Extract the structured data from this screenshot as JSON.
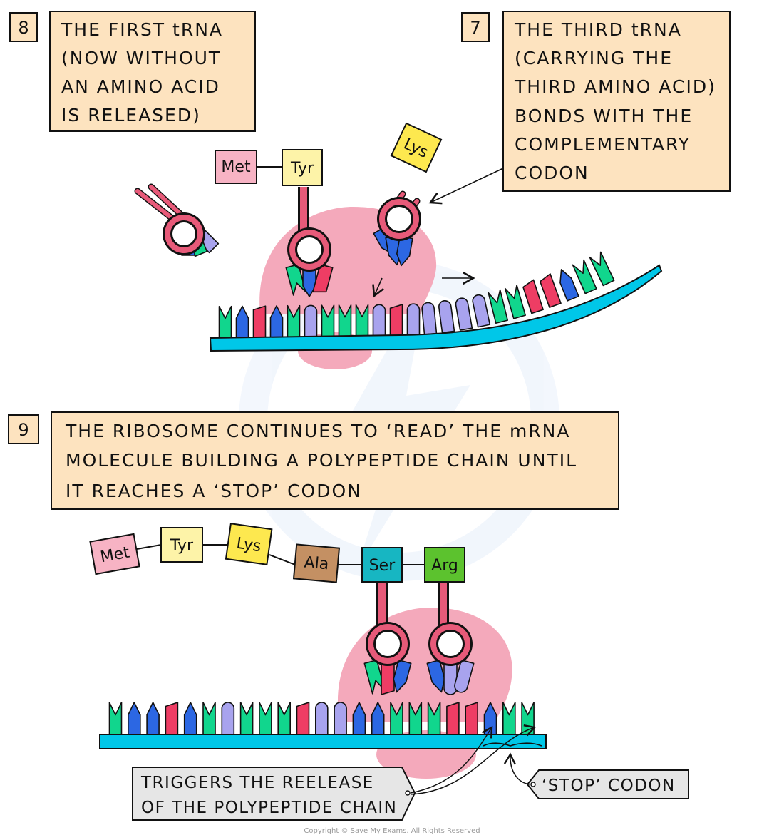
{
  "step8": {
    "number": "8",
    "lines": [
      "THE FIRST tRNA",
      "(NOW WITHOUT",
      "AN AMINO ACID",
      "IS RELEASED)"
    ]
  },
  "step7": {
    "number": "7",
    "lines": [
      "THE THIRD tRNA",
      "(CARRYING THE",
      "THIRD AMINO ACID)",
      "BONDS WITH THE",
      "COMPLEMENTARY",
      "CODON"
    ]
  },
  "step9": {
    "number": "9",
    "lines": [
      "THE RIBOSOME CONTINUES TO ‘READ’ THE mRNA",
      "MOLECULE BUILDING A POLYPEPTIDE CHAIN UNTIL",
      "IT REACHES A ‘STOP’ CODON"
    ]
  },
  "amino_acids_top": [
    "Met",
    "Tyr",
    "Lys"
  ],
  "amino_acids_bottom": [
    "Met",
    "Tyr",
    "Lys",
    "Ala",
    "Ser",
    "Arg"
  ],
  "label_release": [
    "TRIGGERS THE REELEASE",
    "OF THE POLYPEPTIDE CHAIN"
  ],
  "label_stop": "‘STOP’ CODON",
  "copyright": "Copyright © Save My Exams. All Rights Reserved",
  "colors": {
    "box_fill": "#fde3bf",
    "ribosome": "#f4a9bb",
    "mrna": "#00c7e8",
    "trna": "#e75a79",
    "green": "#11d68d",
    "blue": "#2c67e3",
    "red": "#ee3d64",
    "lavender": "#a8a3ee",
    "met": "#f7b3c4",
    "tyr": "#fdf3a8",
    "lys": "#fde84f",
    "ala": "#c49063",
    "ser": "#17b6c2",
    "arg": "#5cc22e",
    "label_grey": "#e6e6e6"
  }
}
